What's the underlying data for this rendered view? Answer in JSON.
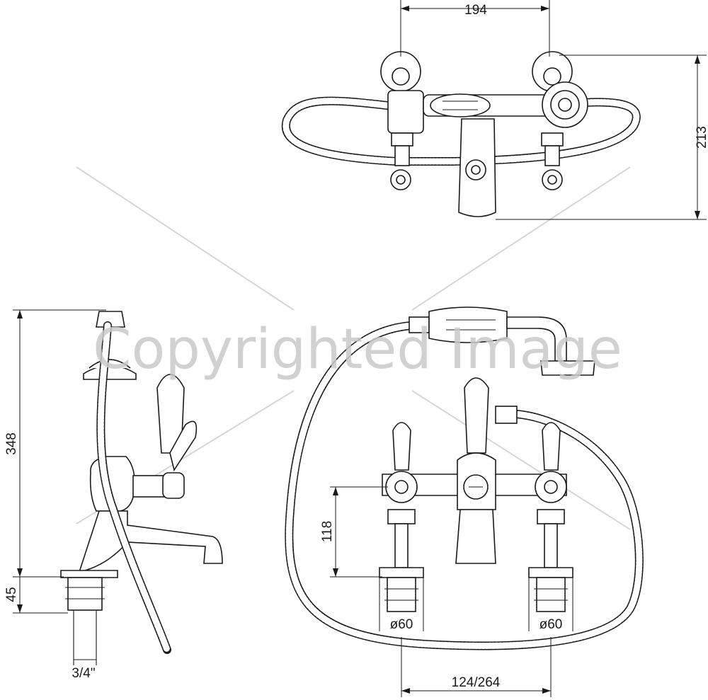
{
  "dimensions": {
    "top_width": "194",
    "top_depth": "213",
    "side_height": "348",
    "side_shank": "45",
    "side_thread": "3/4\"",
    "front_height": "118",
    "front_dia_left": "ø60",
    "front_dia_right": "ø60",
    "front_centres": "124/264"
  },
  "watermark": {
    "text": "Copyrighted Image"
  },
  "colors": {
    "line": "#1a1a1a",
    "watermark": "#c9c9c9",
    "background": "#ffffff"
  }
}
